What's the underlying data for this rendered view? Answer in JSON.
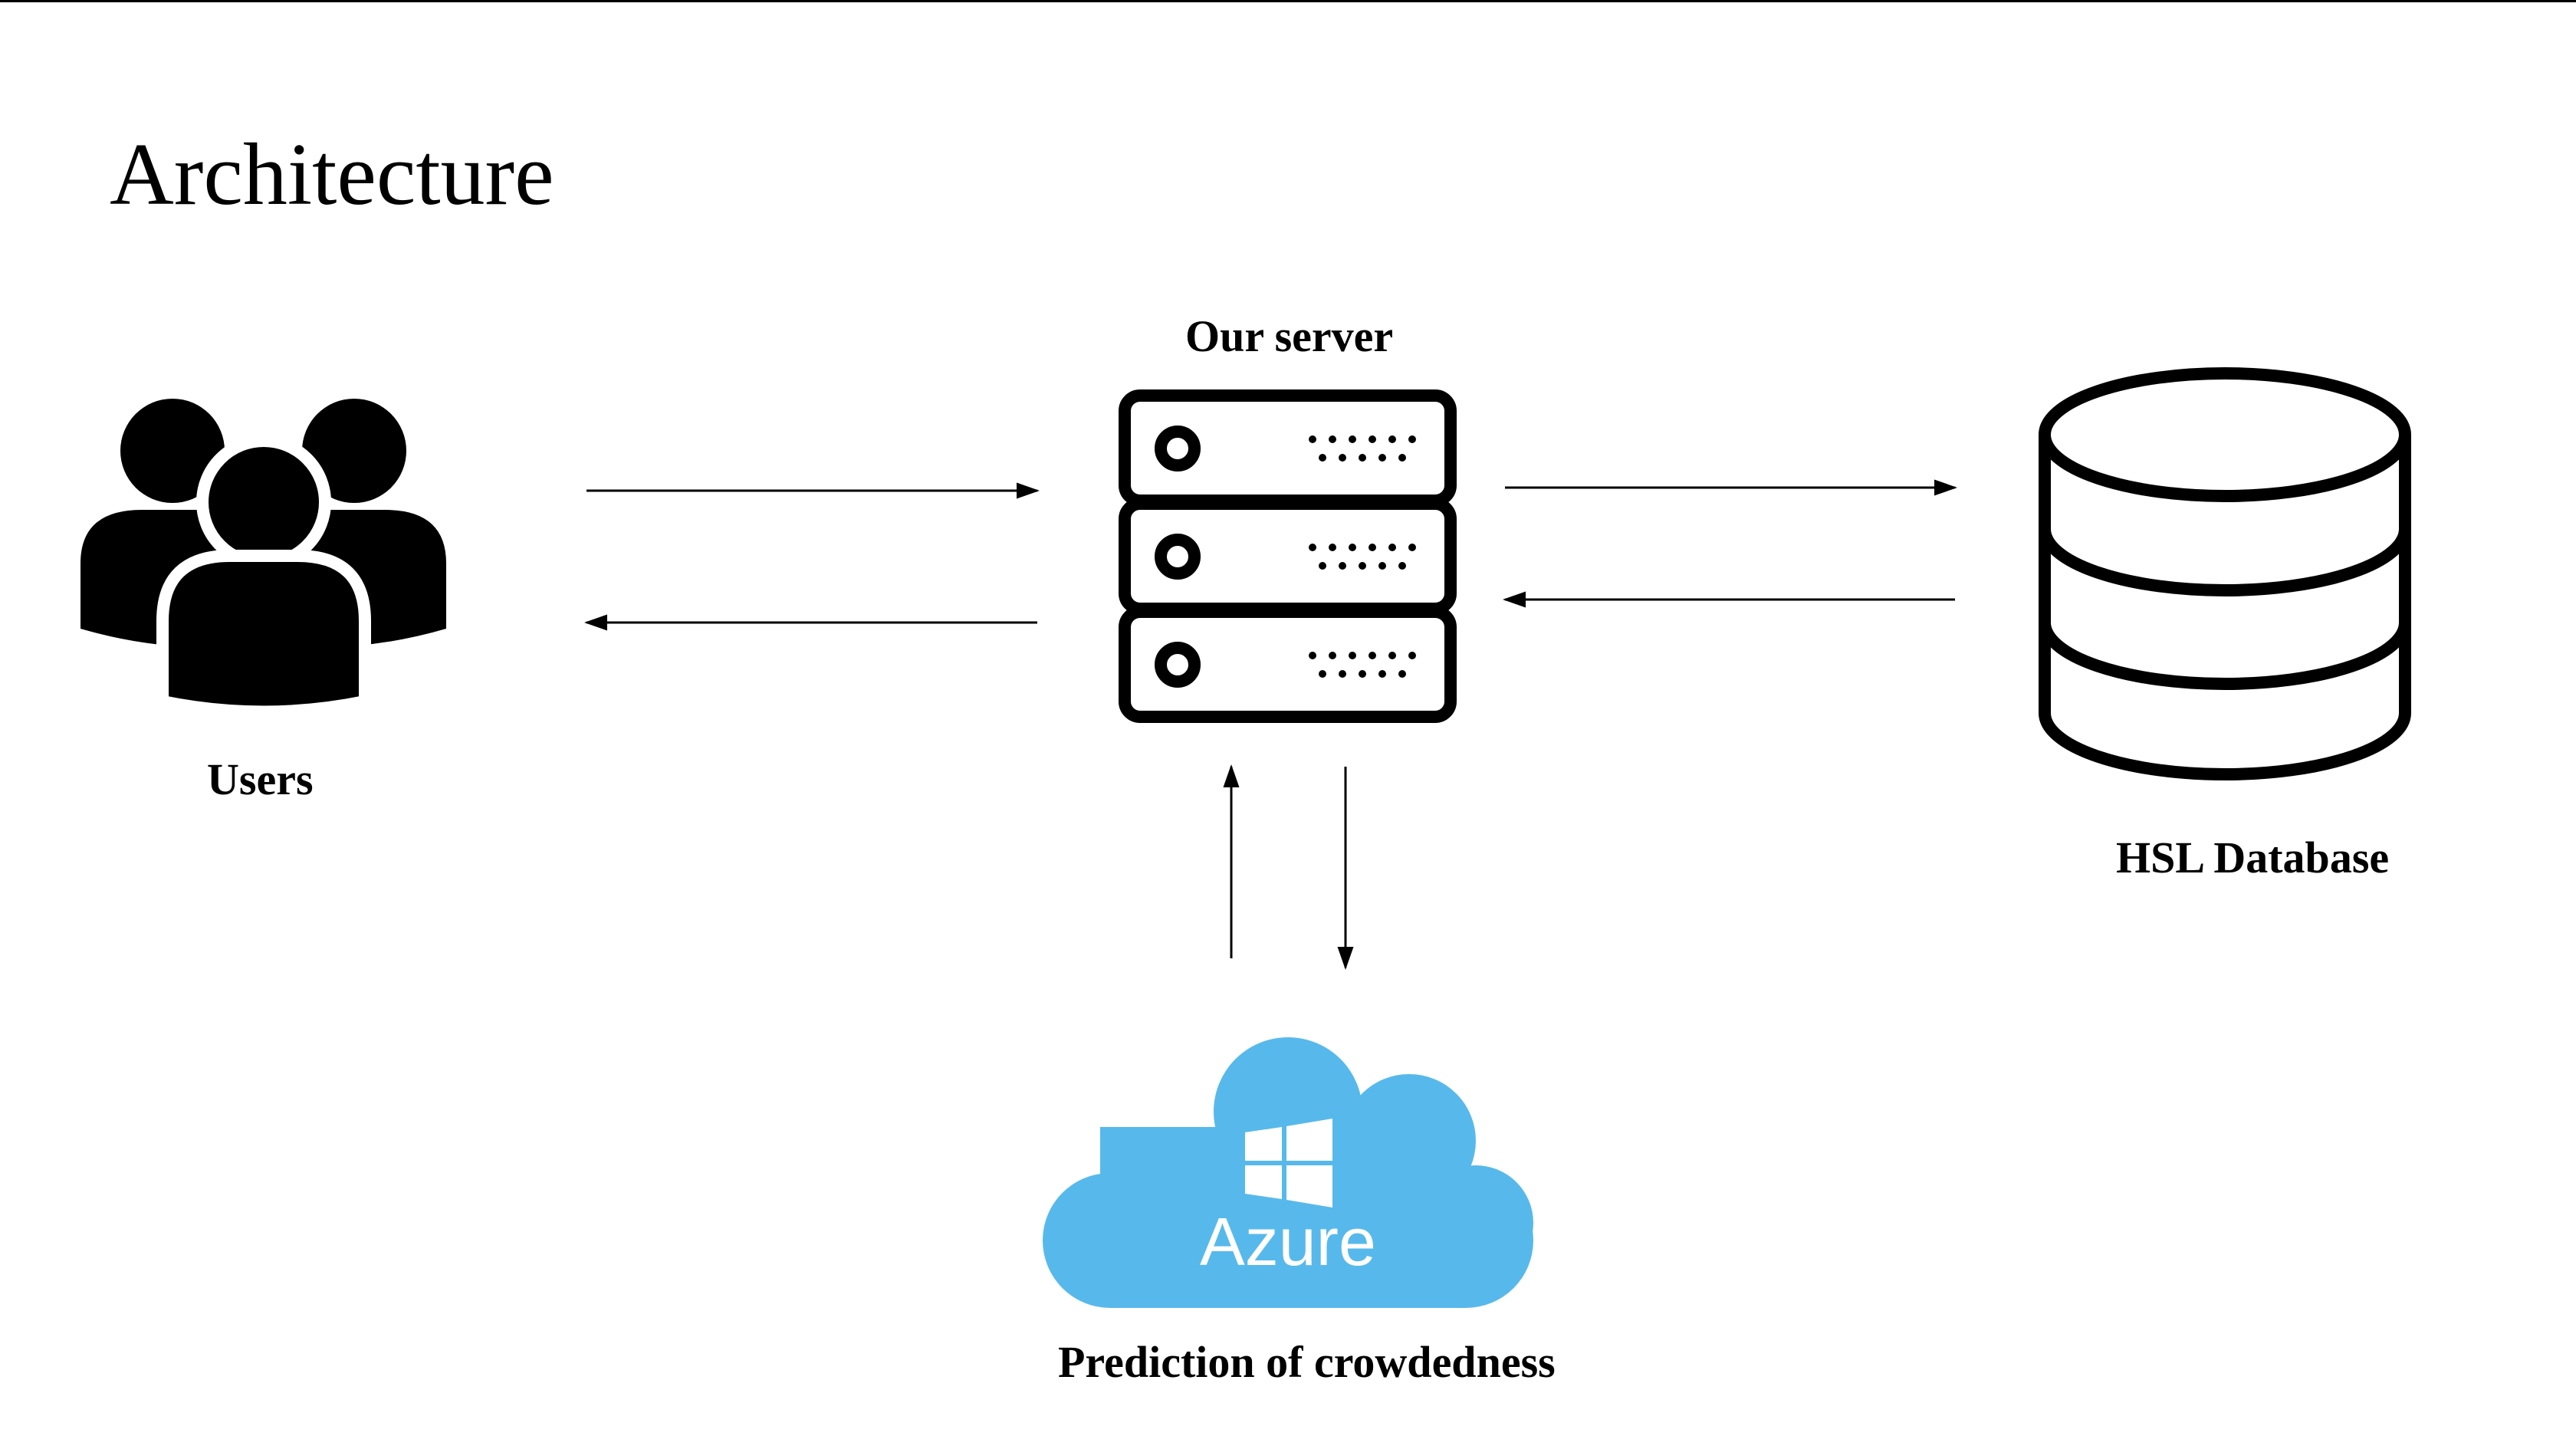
{
  "slide": {
    "title": "Architecture"
  },
  "nodes": {
    "users": {
      "label": "Users",
      "icon": "users-group-icon"
    },
    "server": {
      "label": "Our server",
      "icon": "server-rack-icon"
    },
    "database": {
      "label": "HSL Database",
      "icon": "database-icon"
    },
    "cloud": {
      "label": "Prediction of crowdedness",
      "icon": "azure-cloud-icon",
      "logo_text": "Azure"
    }
  },
  "colors": {
    "ink": "#000000",
    "azure_cloud": "#57b9eb",
    "background": "#ffffff"
  }
}
